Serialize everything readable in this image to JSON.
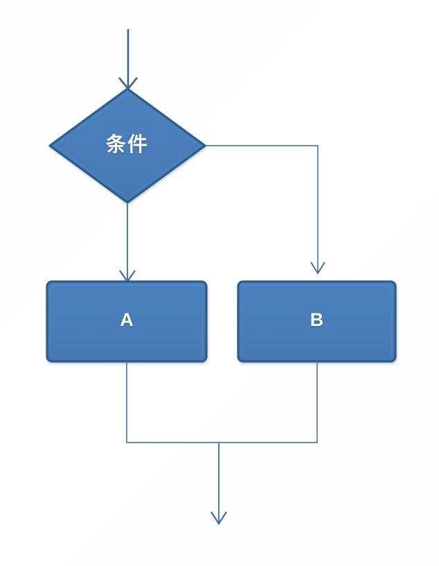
{
  "diagram": {
    "title": "Conditional branch flowchart",
    "type": "flowchart",
    "background_color": "#ffffff",
    "nodes": [
      {
        "id": "condition",
        "shape": "diamond",
        "label": "条件",
        "fill": "#4a7ebb",
        "stroke": "#2e5c8a",
        "text_color": "#ffffff"
      },
      {
        "id": "a",
        "shape": "rectangle",
        "label": "A",
        "fill": "#4a7ebb",
        "stroke": "#2e5c8a",
        "text_color": "#ffffff"
      },
      {
        "id": "b",
        "shape": "rectangle",
        "label": "B",
        "fill": "#4a7ebb",
        "stroke": "#2e5c8a",
        "text_color": "#ffffff"
      }
    ],
    "connectors": [
      {
        "id": "entry",
        "from": "start",
        "to": "condition",
        "label": "",
        "color": "#3b5f96",
        "arrow": true
      },
      {
        "id": "cond-to-a",
        "from": "condition",
        "to": "a",
        "label": "",
        "color": "#3b6bb5",
        "arrow": true
      },
      {
        "id": "cond-to-b",
        "from": "condition",
        "to": "b",
        "label": "",
        "color": "#4a7ebb",
        "arrow": true
      },
      {
        "id": "a-to-merge",
        "from": "a",
        "to": "merge",
        "label": "",
        "color": "#4a7ebb",
        "arrow": false
      },
      {
        "id": "b-to-merge",
        "from": "b",
        "to": "merge",
        "label": "",
        "color": "#4a7ebb",
        "arrow": false
      },
      {
        "id": "merge-to-exit",
        "from": "merge",
        "to": "exit",
        "label": "",
        "color": "#3b6bb5",
        "arrow": true
      }
    ]
  }
}
